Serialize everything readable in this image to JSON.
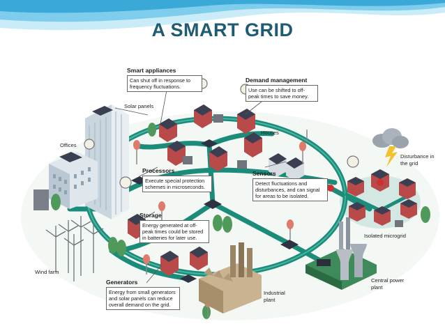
{
  "title": "A SMART GRID",
  "callouts": {
    "smart_appliances": {
      "heading": "Smart appliances",
      "text": "Can shut off in response to frequency fluctuations."
    },
    "demand_management": {
      "heading": "Demand management",
      "text": "Use can be shifted to off-peak times to save money."
    },
    "processors": {
      "heading": "Processors",
      "text": "Execute special protection schemes in microseconds."
    },
    "sensors": {
      "heading": "Sensors",
      "text": "Detect fluctuations and disturbances, and can signal for areas to be isolated."
    },
    "storage": {
      "heading": "Storage",
      "text": "Energy generated at off-peak times could be stored in batteries for later use."
    },
    "generators": {
      "heading": "Generators",
      "text": "Energy from small generators and solar panels can reduce overall demand on the grid."
    }
  },
  "labels": {
    "solar_panels": "Solar panels",
    "offices": "Offices",
    "houses": "Houses",
    "disturbance": "Disturbance in the grid",
    "isolated_microgrid": "Isolated microgrid",
    "wind_farm": "Wind farm",
    "central_power_plant": "Central power plant",
    "industrial_plant": "Industrial plant"
  },
  "colors": {
    "title": "#1f5b73",
    "grid_line": "#1c8c7a",
    "banner_blue": "#4fb6e0",
    "house_red": "#b84a4a",
    "roof_dark": "#3a3f52",
    "ground": "#cfe6d8"
  }
}
